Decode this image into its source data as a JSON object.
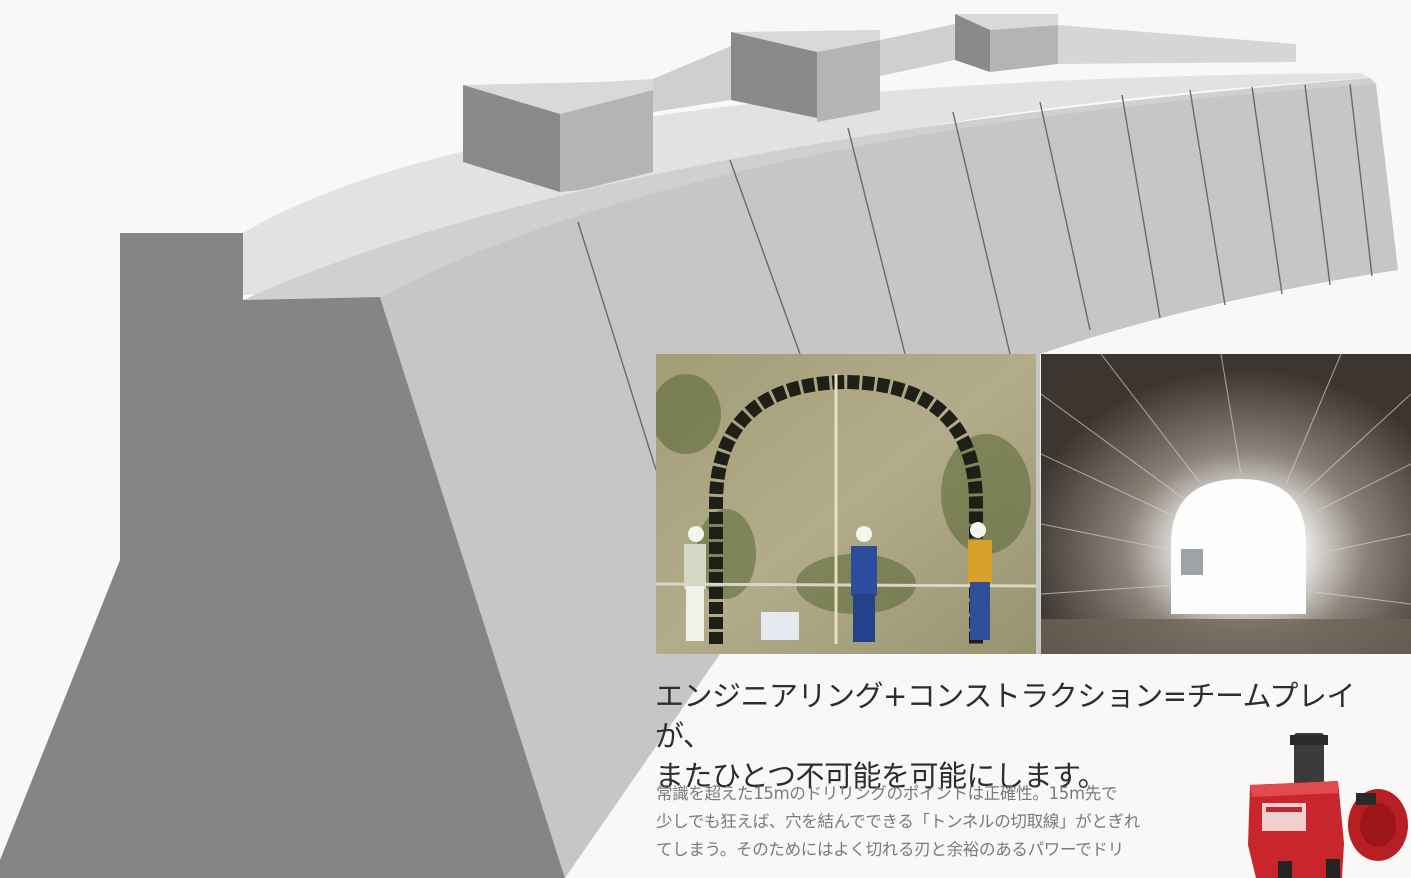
{
  "headline": {
    "line1": "エンジニアリング+コンストラクション=チームプレイが、",
    "line2": "またひとつ不可能を可能にします。"
  },
  "body": {
    "line1": "常識を超えた15mのドリリングのポイントは正確性。15m先で",
    "line2": "少しでも狂えば、穴を結んでできる「トンネルの切取線」がとぎれ",
    "line3": "てしまう。そのためにはよく切れる刃と余裕のあるパワーでドリ"
  },
  "colors": {
    "background": "#faf8f6",
    "wall_face": "#c6c6c6",
    "wall_shadow": "#848484",
    "wall_top": "#e1e1e1",
    "machine_red": "#c8262c"
  },
  "images": {
    "left_photo": "workers-drilling-arch-photo",
    "right_photo": "tunnel-interior-photo",
    "machine": "drill-machine-photo"
  }
}
